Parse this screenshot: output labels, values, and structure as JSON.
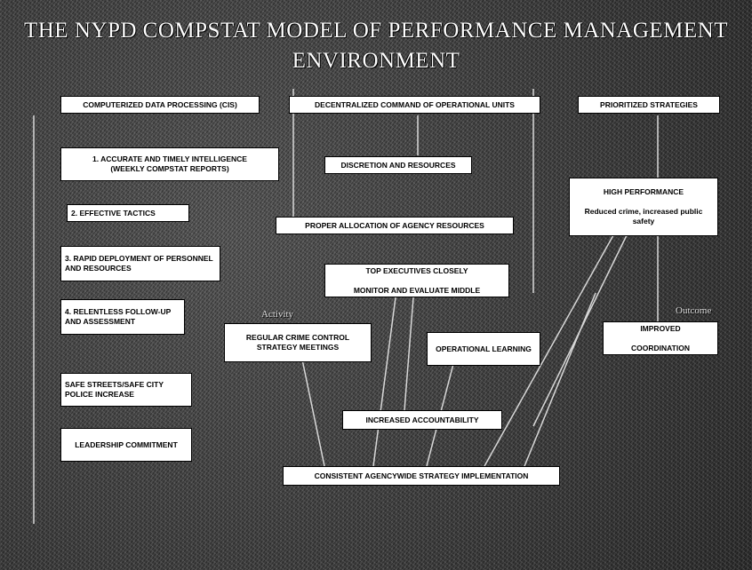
{
  "title": {
    "line1": "THE NYPD COMPSTAT MODEL OF PERFORMANCE MANAGEMENT",
    "line2": "ENVIRONMENT"
  },
  "headers": {
    "col1": "COMPUTERIZED DATA PROCESSING (CIS)",
    "col2": "DECENTRALIZED COMMAND OF OPERATIONAL UNITS",
    "col3": "PRIORITIZED STRATEGIES"
  },
  "left_boxes": {
    "intel": "1. ACCURATE AND TIMELY INTELLIGENCE\n(WEEKLY COMPSTAT REPORTS)",
    "tactics": "2. EFFECTIVE TACTICS",
    "deploy": "3. RAPID DEPLOYMENT OF PERSONNEL AND RESOURCES",
    "followup": "4. RELENTLESS FOLLOW-UP AND ASSESSMENT",
    "safe_streets": "SAFE STREETS/SAFE CITY POLICE INCREASE",
    "leadership": "LEADERSHIP COMMITMENT"
  },
  "middle_boxes": {
    "discretion": "DISCRETION AND RESOURCES",
    "allocation": "PROPER ALLOCATION OF AGENCY RESOURCES",
    "top_exec_line1": "TOP EXECUTIVES CLOSELY",
    "top_exec_line2": "MONITOR AND EVALUATE MIDDLE",
    "meetings": "REGULAR CRIME CONTROL STRATEGY MEETINGS",
    "learning": "OPERATIONAL LEARNING",
    "accountability": "INCREASED ACCOUNTABILITY",
    "implementation": "CONSISTENT AGENCYWIDE STRATEGY IMPLEMENTATION"
  },
  "right_boxes": {
    "high_perf_title": "HIGH PERFORMANCE",
    "high_perf_sub": "Reduced crime, increased public safety",
    "coordination_title": "IMPROVED",
    "coordination_sub": "COORDINATION"
  },
  "tags": {
    "activity": "Activity",
    "outcome": "Outcome"
  },
  "colors": {
    "background": "#3a3a3a",
    "box_fill": "#ffffff",
    "box_text": "#000000",
    "title_text": "#ffffff",
    "line": "#d8d8d8"
  }
}
